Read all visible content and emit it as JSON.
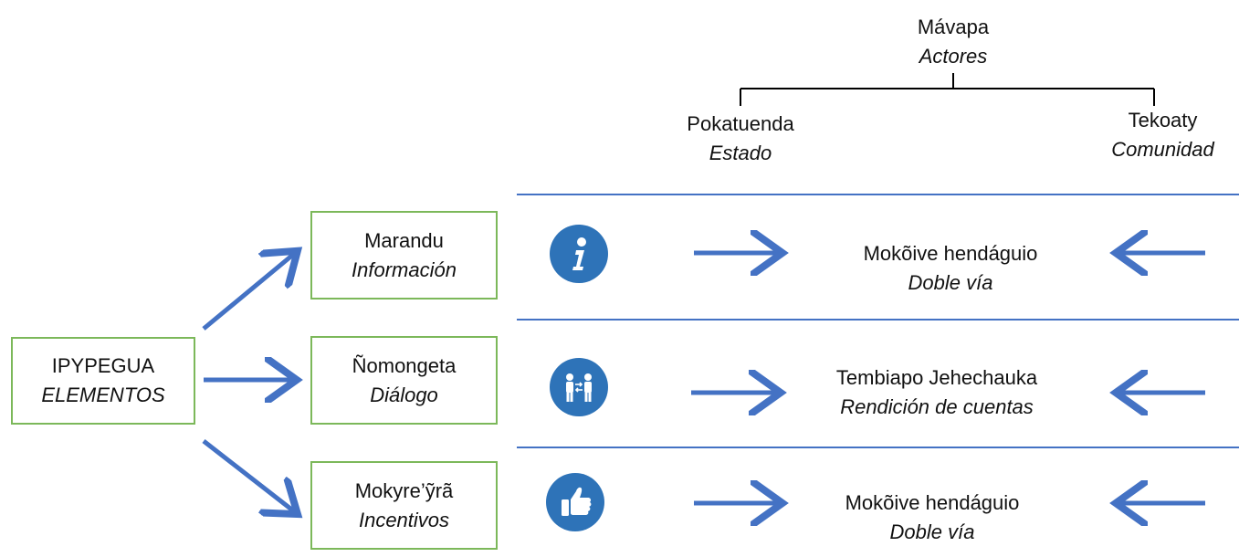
{
  "actors": {
    "title": "Mávapa",
    "title_es": "Actores",
    "left": {
      "label": "Pokatuenda",
      "label_es": "Estado"
    },
    "right": {
      "label": "Tekoaty",
      "label_es": "Comunidad"
    }
  },
  "root": {
    "label": "IPYPEGUA",
    "label_es": "ELEMENTOS"
  },
  "elements": [
    {
      "label": "Marandu",
      "label_es": "Información",
      "icon": "info-icon",
      "flow": "Mokõive hendáguio",
      "flow_es": "Doble vía"
    },
    {
      "label": "Ñomongeta",
      "label_es": "Diálogo",
      "icon": "dialogue-icon",
      "flow": "Tembiapo Jehechauka",
      "flow_es": "Rendición de cuentas"
    },
    {
      "label": "Mokyre’ỹrã",
      "label_es": "Incentivos",
      "icon": "thumbs-up-icon",
      "flow": "Mokõive hendáguio",
      "flow_es": "Doble vía"
    }
  ],
  "colors": {
    "arrow": "#4472c4",
    "box_border": "#7cb85a",
    "icon_bg": "#2e73b8",
    "divider": "#4472c4"
  }
}
